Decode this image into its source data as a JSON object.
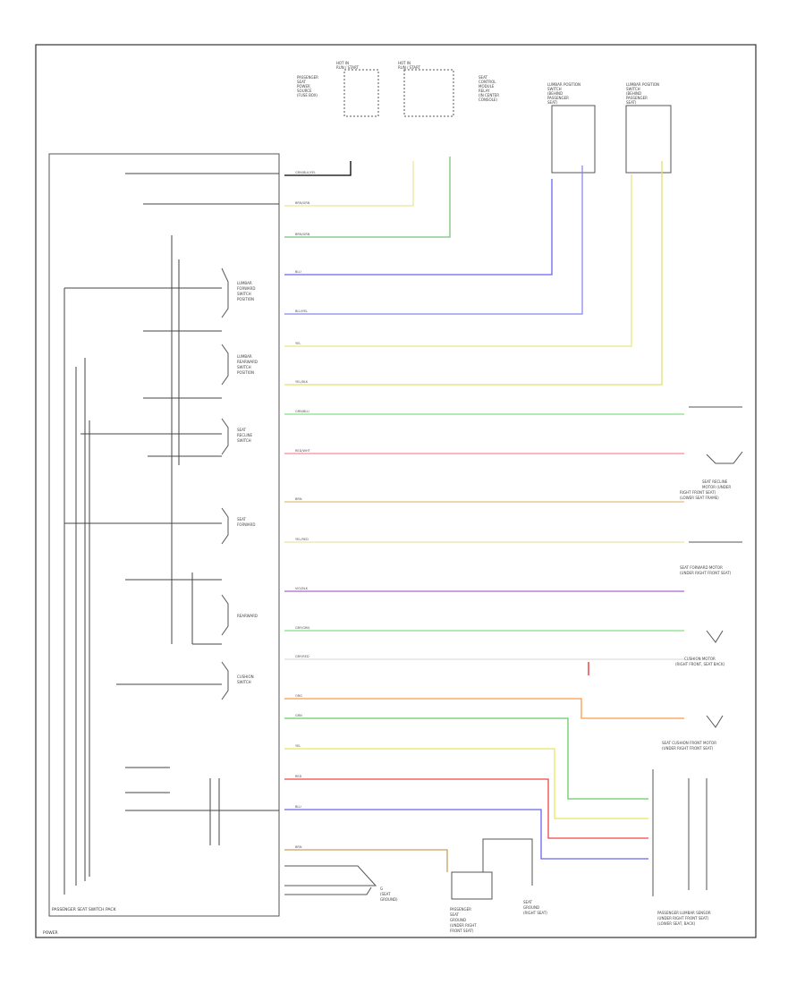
{
  "diagram": {
    "frame_caption": "PASSENGER SEAT SWITCH PACK",
    "corner_label": "POWER",
    "connectors": [
      {
        "id": "hot-in-run-a",
        "lines": [
          "HOT IN",
          "RUN / START"
        ]
      },
      {
        "id": "hot-in-run-b",
        "lines": [
          "HOT IN",
          "RUN / START"
        ]
      }
    ],
    "components": {
      "power_distribution_left": [
        "PASSENGER",
        "SEAT",
        "POWER",
        "SOURCE",
        "(FUSE BOX)"
      ],
      "power_distribution_right": [
        "SEAT",
        "CONTROL",
        "MODULE",
        "RELAY",
        "(IN CENTER",
        "CONSOLE)"
      ],
      "lumbar_motor_1": [
        "LUMBAR POSITION",
        "SWITCH",
        "(BEHIND",
        "PASSENGER",
        "SEAT)"
      ],
      "lumbar_motor_2": [
        "LUMBAR POSITION",
        "SWITCH",
        "(BEHIND",
        "PASSENGER",
        "SEAT)"
      ],
      "switch_lumbar_fwd": [
        "LUMBAR",
        "FORWARD",
        "SWITCH",
        "POSITION"
      ],
      "switch_lumbar_rev": [
        "LUMBAR",
        "REARWARD",
        "SWITCH",
        "POSITION"
      ],
      "switch_seat_recline": [
        "SEAT",
        "RECLINE",
        "SWITCH"
      ],
      "switch_seat_forward": [
        "SEAT",
        "FORWARD"
      ],
      "switch_seat_rearward": [
        "REARWARD"
      ],
      "switch_cushion": [
        "CUSHION",
        "SWITCH"
      ],
      "seat_recline_motor": [
        "SEAT RECLINE",
        "MOTOR (UNDER",
        "RIGHT FRONT SEAT)",
        "(LOWER SEAT FRAME)"
      ],
      "seat_forward_motor": [
        "SEAT FORWARD MOTOR",
        "(UNDER RIGHT FRONT SEAT)"
      ],
      "cushion_motor": [
        "CUSHION MOTOR",
        "(RIGHT FRONT, SEAT BACK)"
      ],
      "seat_cushion_motor": [
        "SEAT CUSHION FRONT MOTOR",
        "(UNDER RIGHT FRONT SEAT)"
      ],
      "passenger_ground": [
        "PASSENGER",
        "SEAT",
        "GROUND",
        "(UNDER RIGHT",
        "FRONT SEAT)"
      ],
      "seat_ground": [
        "SEAT",
        "GROUND",
        "(RIGHT SEAT)"
      ],
      "ground_pt": [
        "G",
        "(SEAT",
        "GROUND)"
      ],
      "passenger_lumbar_sensor": [
        "PASSENGER LUMBAR SENSOR",
        "(UNDER RIGHT FRONT SEAT)",
        "(LOWER SEAT, BACK)"
      ]
    },
    "wires": [
      {
        "id": "w1",
        "label": "GRN/BLK/YEL",
        "color": "#000000"
      },
      {
        "id": "w2",
        "label": "BRN/GRN",
        "color": "#e8e8a0"
      },
      {
        "id": "w3",
        "label": "BRN/GRN",
        "color": "#7cc07c"
      },
      {
        "id": "w4",
        "label": "BLU",
        "color": "#6666ee"
      },
      {
        "id": "w5",
        "label": "BLU/YEL",
        "color": "#8888ee"
      },
      {
        "id": "w6",
        "label": "YEL",
        "color": "#e8e880"
      },
      {
        "id": "w7",
        "label": "YEL/BLK",
        "color": "#e0e070"
      },
      {
        "id": "w8",
        "label": "GRN/BLU",
        "color": "#88dd88"
      },
      {
        "id": "w9",
        "label": "RED/WHT",
        "color": "#ff8899"
      },
      {
        "id": "w10",
        "label": "BRN",
        "color": "#e0c080"
      },
      {
        "id": "w11",
        "label": "YEL/RED",
        "color": "#e8e8a8"
      },
      {
        "id": "w12",
        "label": "VIO/BLK",
        "color": "#aa66cc"
      },
      {
        "id": "w13",
        "label": "GRY/GRN",
        "color": "#88dd88"
      },
      {
        "id": "w14",
        "label": "GRY/RED",
        "color": "#dddddd"
      },
      {
        "id": "w15",
        "label": "ORG",
        "color": "#ff9944"
      },
      {
        "id": "w16",
        "label": "GRN",
        "color": "#66cc66"
      },
      {
        "id": "w17",
        "label": "YEL",
        "color": "#e8e860"
      },
      {
        "id": "w18",
        "label": "RED",
        "color": "#ee4444"
      },
      {
        "id": "w19",
        "label": "BLU",
        "color": "#6666ee"
      },
      {
        "id": "w20",
        "label": "BRN",
        "color": "#c8a060"
      }
    ]
  }
}
